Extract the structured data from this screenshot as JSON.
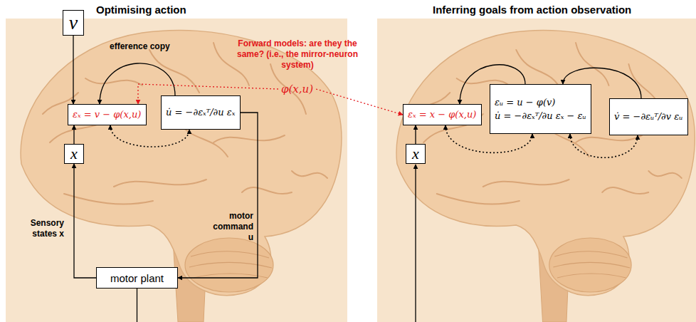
{
  "diagram": {
    "nodes": [
      {
        "text": [
          "v"
        ]
      },
      {
        "text": [
          "εₓ = v − φ(x,u)"
        ]
      },
      {
        "text": [
          "u̇ = −∂εₓᵀ/∂u εₓ"
        ]
      },
      {
        "text": [
          "x"
        ]
      },
      {
        "text": [
          "motor plant"
        ]
      },
      {
        "text": [
          "εₓ = x − φ(x,u)"
        ]
      },
      {
        "text": [
          "εᵤ = u − φ(v)",
          "u̇ = −∂εₓᵀ/∂u εₓ − εᵤ"
        ]
      },
      {
        "text": [
          "v̇ = −∂εᵤᵀ/∂v εᵤ"
        ]
      },
      {
        "text": [
          "x"
        ]
      }
    ],
    "edges": [
      {
        "from": 0,
        "to": 1,
        "arrow": "to"
      },
      {
        "from": 2,
        "to": 1,
        "label": "efference copy",
        "arrow": "to"
      },
      {
        "from": 1,
        "to": 2,
        "arrow": "both"
      },
      {
        "from": 2,
        "to": 4,
        "label": "motor command u",
        "arrow": "to"
      },
      {
        "from": 4,
        "to": 3,
        "label": "Sensory states x",
        "arrow": "to"
      },
      {
        "from": 3,
        "to": 1,
        "arrow": "to"
      },
      {
        "from": 8,
        "to": 5,
        "arrow": "to"
      },
      {
        "from": 6,
        "to": 5,
        "arrow": "to"
      },
      {
        "from": 7,
        "to": 6,
        "arrow": "to"
      },
      {
        "from": 5,
        "to": 6,
        "arrow": "both"
      },
      {
        "from": 6,
        "to": 7,
        "arrow": "both"
      }
    ],
    "labels": [
      "Optimising action",
      "Inferring goals from action observation",
      "Forward models: are they the same? (i.e., the mirror-neuron system)",
      "φ(x,u)"
    ]
  }
}
